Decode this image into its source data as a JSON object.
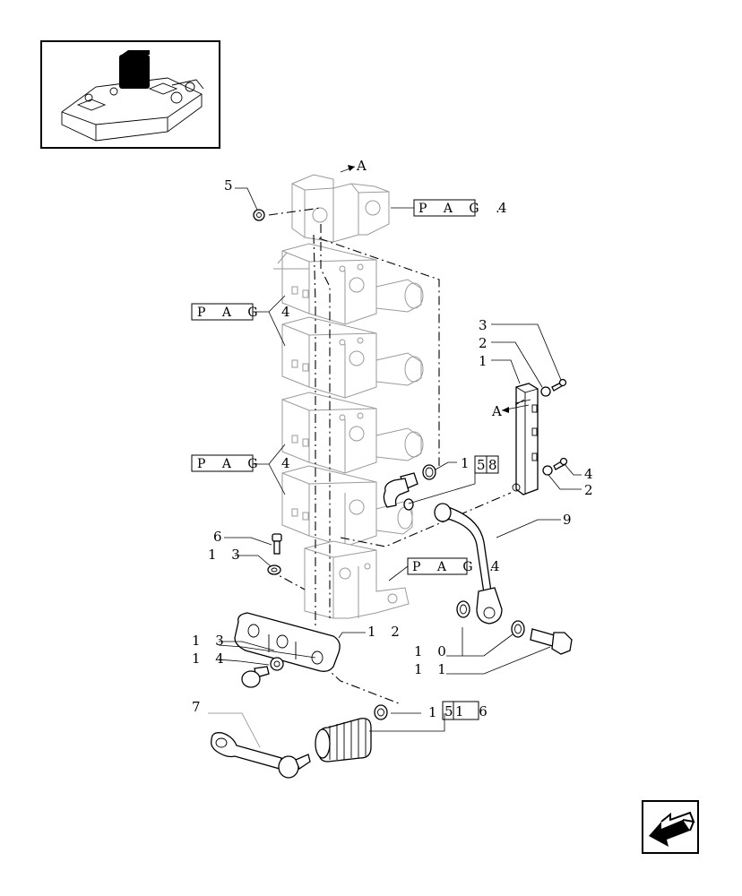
{
  "labels": {
    "arrow_a_top": "A",
    "arrow_a_right": "A",
    "n5": "5",
    "n3": "3",
    "n2a": "2",
    "n1": "1",
    "n4": "4",
    "n2b": "2",
    "n6": "6",
    "n13a": "1 3",
    "n9": "9",
    "n15a": "1",
    "n15a_box": "5",
    "n8_box": "8",
    "n12": "1 2",
    "n13b": "1 3",
    "n14": "1 4",
    "n10": "1 0",
    "n11": "1 1",
    "n7": "7",
    "n15b": "1",
    "n15b_box": "5",
    "n16_box": "1 6"
  },
  "page_refs": [
    {
      "text": "P A G .",
      "num": "4"
    },
    {
      "text": "P A G",
      "num": "4"
    },
    {
      "text": "P A G",
      "num": "4"
    },
    {
      "text": "P A G .",
      "num": "4"
    }
  ],
  "icons": {
    "thumbnail": "tractor-lift-cover-thumbnail-icon",
    "nav": "navigation-arrow-icon"
  }
}
